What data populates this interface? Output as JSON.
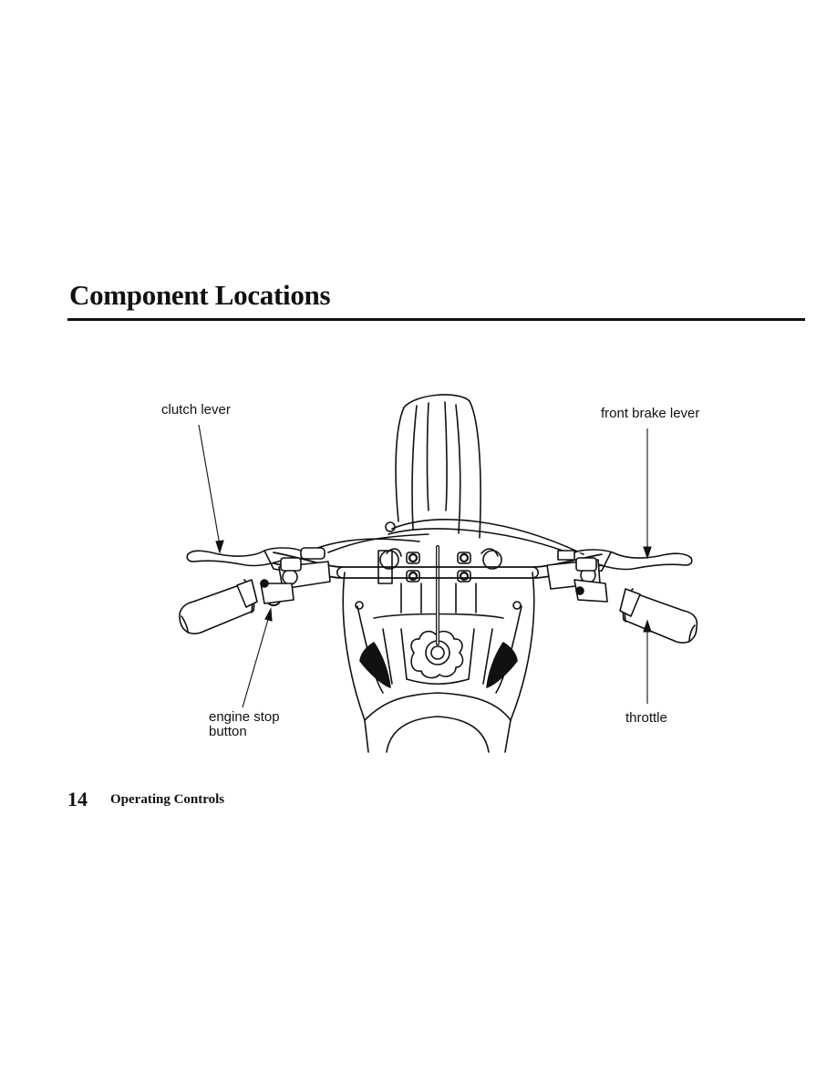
{
  "page": {
    "title": "Component Locations",
    "page_number": "14",
    "section": "Operating Controls"
  },
  "figure": {
    "labels": {
      "clutch_lever": "clutch lever",
      "front_brake_lever": "front brake lever",
      "engine_stop_line1": "engine stop",
      "engine_stop_line2": "button",
      "throttle": "throttle"
    }
  }
}
